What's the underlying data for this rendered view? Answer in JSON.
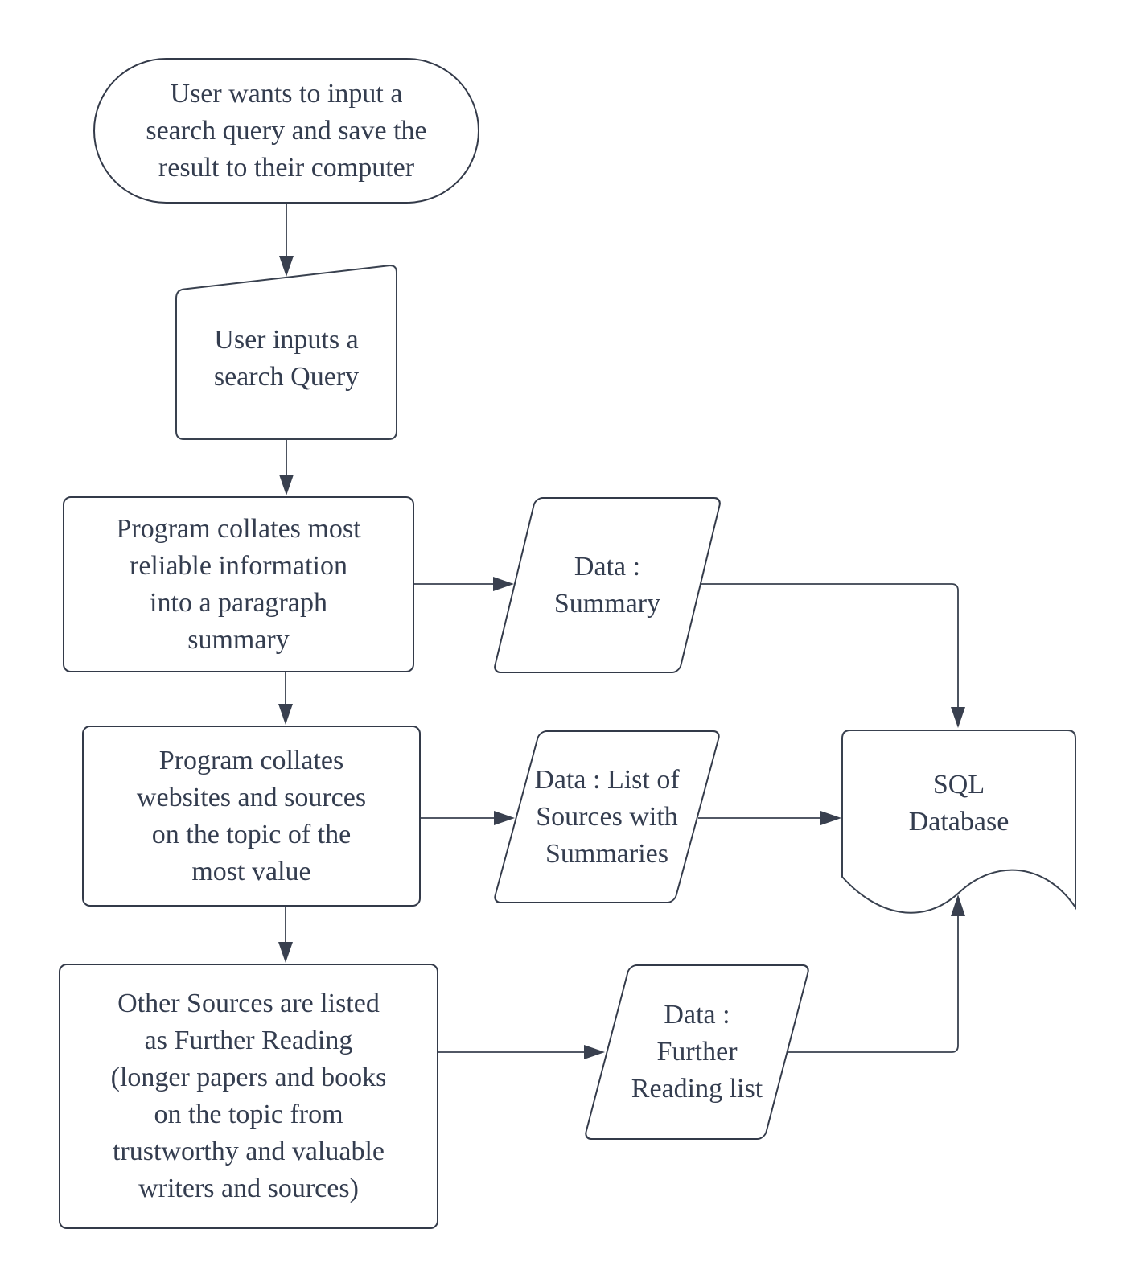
{
  "diagram": {
    "title": "search-query-save-flowchart",
    "background_color": "#ffffff",
    "stroke_color": "#333a49",
    "text_color": "#343d4f",
    "arrow_color": "#39404f",
    "nodes": {
      "start_terminator": {
        "shape": "terminator",
        "label": "User wants to input a\nsearch query and save the\nresult to their computer"
      },
      "manual_input": {
        "shape": "manual-input",
        "label": "User inputs a\nsearch Query"
      },
      "process_summary": {
        "shape": "process",
        "label": "Program collates most\nreliable information\ninto a paragraph\nsummary"
      },
      "data_summary": {
        "shape": "data-parallelogram",
        "label": "Data :\nSummary"
      },
      "process_sources": {
        "shape": "process",
        "label": "Program collates\nwebsites and sources\non the topic of the\nmost value"
      },
      "data_sources": {
        "shape": "data-parallelogram",
        "label": "Data : List of\nSources with\nSummaries"
      },
      "process_further_reading": {
        "shape": "process",
        "label": "Other Sources are listed\nas Further Reading\n(longer papers and books\non the topic from\ntrustworthy and valuable\nwriters and sources)"
      },
      "data_further_reading": {
        "shape": "data-parallelogram",
        "label": "Data :\nFurther\nReading list"
      },
      "sql_database": {
        "shape": "document",
        "label": "SQL\nDatabase"
      }
    },
    "edges": [
      {
        "from": "start_terminator",
        "to": "manual_input"
      },
      {
        "from": "manual_input",
        "to": "process_summary"
      },
      {
        "from": "process_summary",
        "to": "data_summary"
      },
      {
        "from": "process_summary",
        "to": "process_sources"
      },
      {
        "from": "process_sources",
        "to": "data_sources"
      },
      {
        "from": "process_sources",
        "to": "process_further_reading"
      },
      {
        "from": "process_further_reading",
        "to": "data_further_reading"
      },
      {
        "from": "data_summary",
        "to": "sql_database"
      },
      {
        "from": "data_sources",
        "to": "sql_database"
      },
      {
        "from": "data_further_reading",
        "to": "sql_database"
      }
    ]
  }
}
